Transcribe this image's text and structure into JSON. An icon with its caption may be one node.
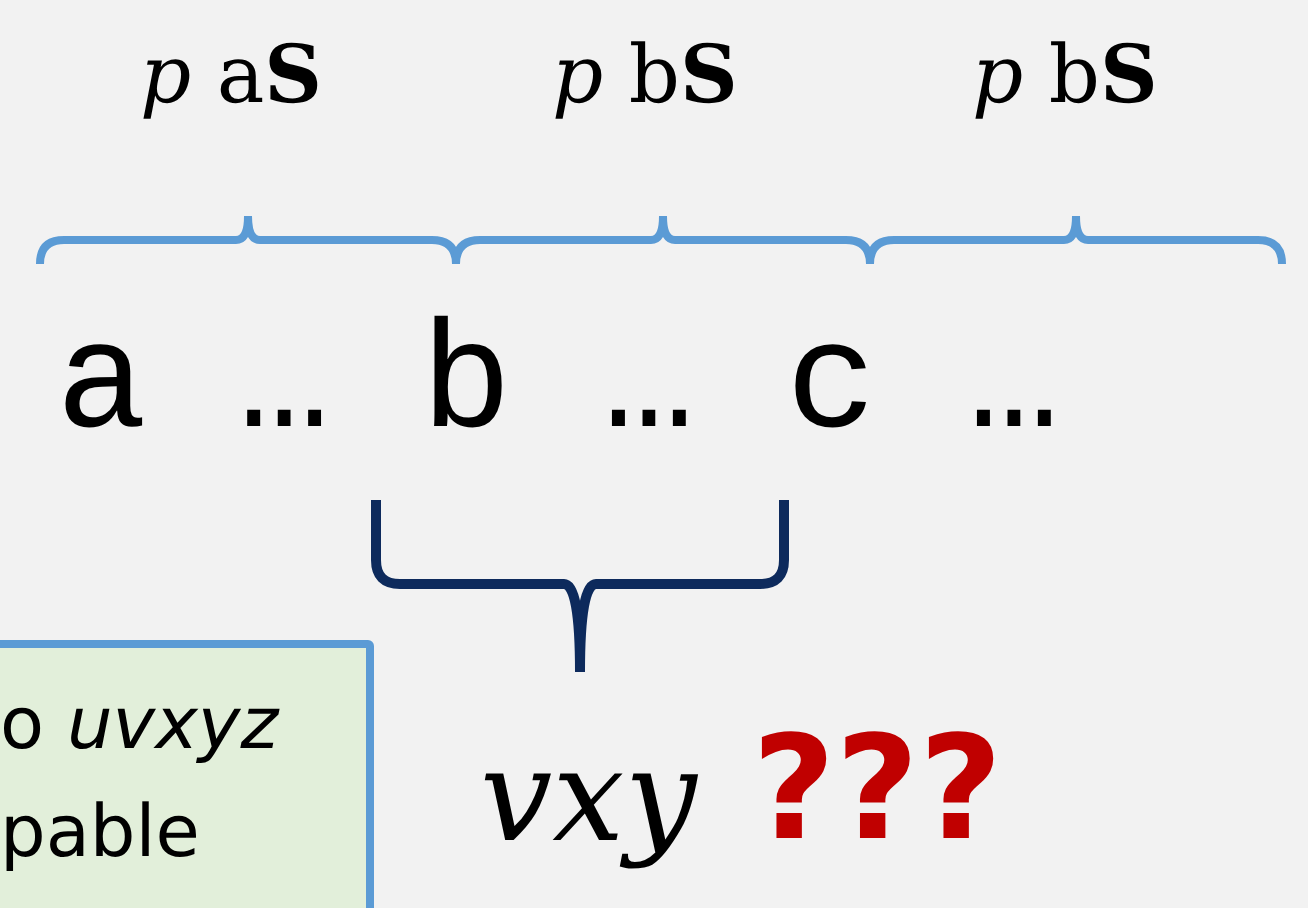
{
  "diagram": {
    "nodes": [
      {
        "text": [
          "o *uvxyz* pable"
        ]
      }
    ],
    "labels": [
      "*p* a**S**",
      "*p* b**S**",
      "*p* b**S**",
      "a … b … c …",
      "vxy",
      "???"
    ]
  }
}
